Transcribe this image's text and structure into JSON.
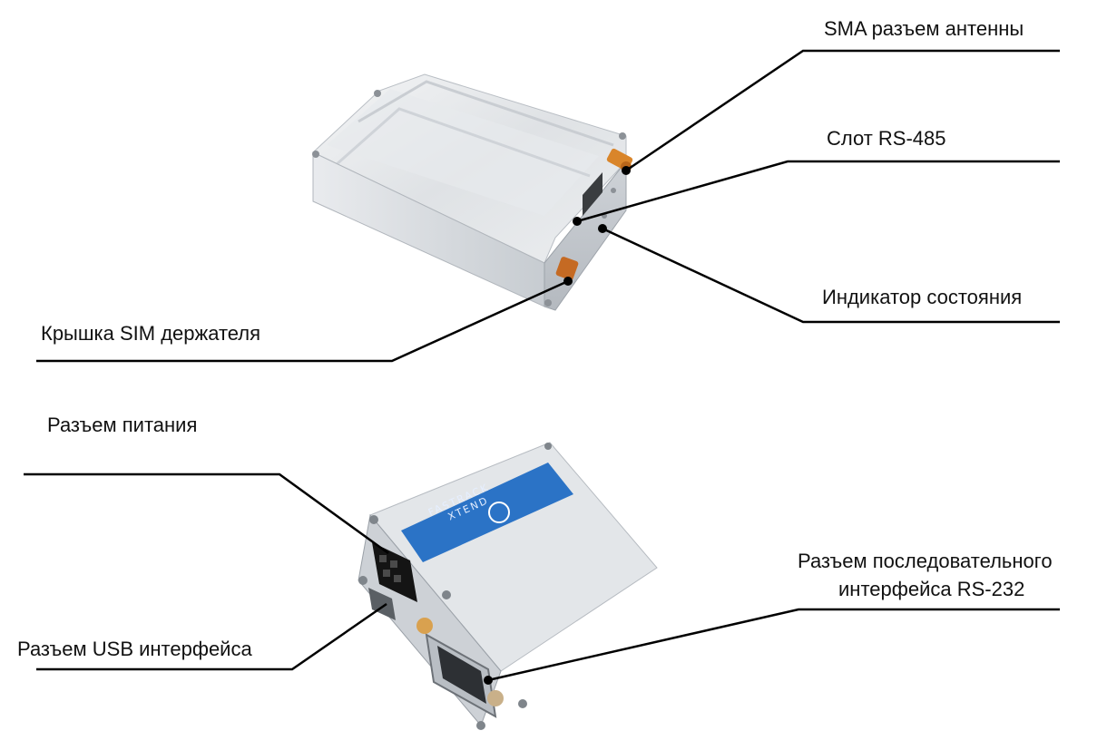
{
  "labels": {
    "sma": "SMA разъем антенны",
    "rs485": "Слот RS-485",
    "status": "Индикатор состояния",
    "sim": "Крышка SIM держателя",
    "power": "Разъем питания",
    "rs232_line1": "Разъем последовательного",
    "rs232_line2": "интерфейса RS-232",
    "usb": "Разъем USB интерфейса"
  },
  "device_brand": {
    "line1": "FASTRACK",
    "line2": "XTEND"
  },
  "colors": {
    "brand_stripe": "#2b73c6",
    "housing": "#d9dde1",
    "antenna_connector": "#d9852a",
    "leader_lines": "#000000"
  }
}
